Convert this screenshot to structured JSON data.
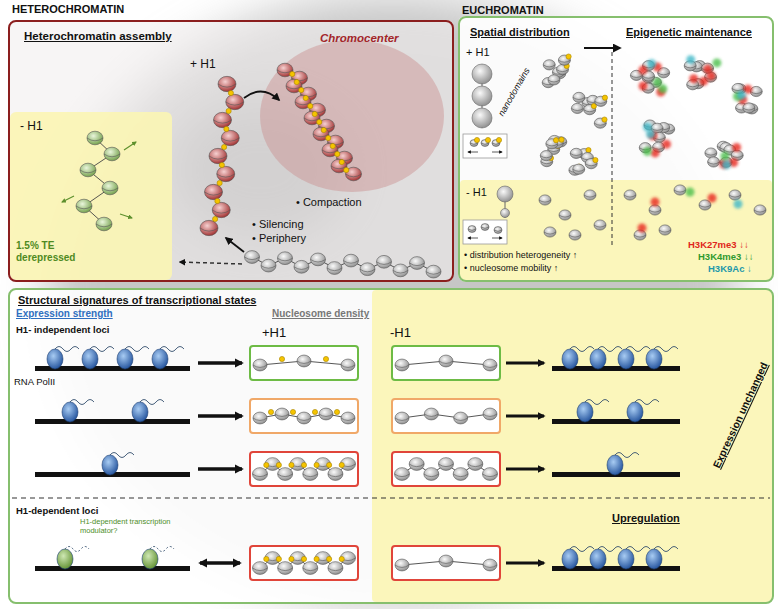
{
  "diagram": {
    "nodes": [
      {
        "text": [
          "HETEROCHROMATIN",
          "Heterochromatin assembly"
        ]
      },
      {
        "text": [
          "Chromocenter"
        ],
        "in": 0
      },
      {
        "text": [
          "- H1",
          "1.5% TE derepressed"
        ],
        "in": 0
      },
      {
        "text": [
          "EUCHROMATIN"
        ]
      },
      {
        "text": [
          "- H1",
          "• distribution heterogeneity ↑",
          "• nucleosome mobility ↑"
        ],
        "in": 3
      },
      {
        "text": [
          "Structural signatures of transcriptional states"
        ]
      },
      {
        "text": [
          "-H1"
        ],
        "in": 5
      }
    ],
    "labels": [
      "+ H1",
      "• Compaction",
      "• Silencing",
      "• Periphery",
      "Spatial distribution",
      "Epigenetic maintenance",
      "+ H1",
      "nanodomains",
      "H3K27me3 ↓↓",
      "H3K4me3 ↓↓",
      "H3K9Ac ↓",
      "Expression strength",
      "Nucleosome density",
      "H1- independent loci",
      "RNA PolII",
      "+H1",
      "Expression unchanged",
      "H1-dependent loci",
      "H1-dependent transcription modulator?",
      "Upregulation"
    ]
  }
}
